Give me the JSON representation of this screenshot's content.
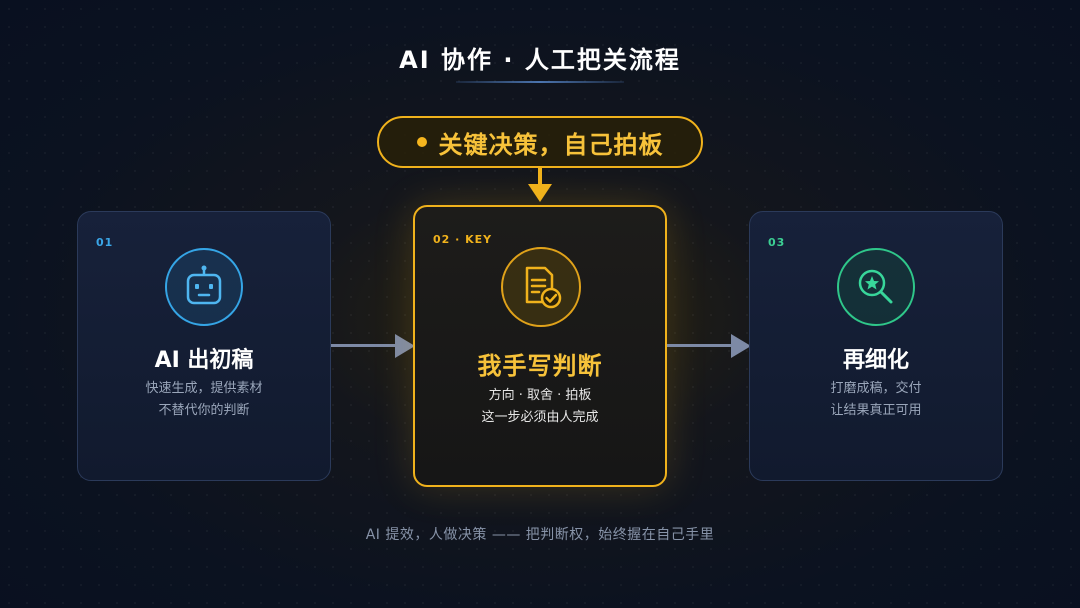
{
  "title": "AI 协作 · 人工把关流程",
  "key_pill": {
    "label": "关键决策，自己拍板"
  },
  "steps": [
    {
      "number": "01",
      "icon": "robot-icon",
      "title": "AI 出初稿",
      "desc_lines": [
        "快速生成，提供素材",
        "不替代你的判断"
      ],
      "accent": "#35a5e6"
    },
    {
      "number": "02 · KEY",
      "icon": "document-check-icon",
      "title": "我手写判断",
      "desc_lines": [
        "方向 · 取舍 · 拍板",
        "这一步必须由人完成"
      ],
      "accent": "#f0b21c"
    },
    {
      "number": "03",
      "icon": "magnifier-star-icon",
      "title": "再细化",
      "desc_lines": [
        "打磨成稿，交付",
        "让结果真正可用"
      ],
      "accent": "#2fc78a"
    }
  ],
  "footer": "AI 提效，人做决策 —— 把判断权，始终握在自己手里"
}
